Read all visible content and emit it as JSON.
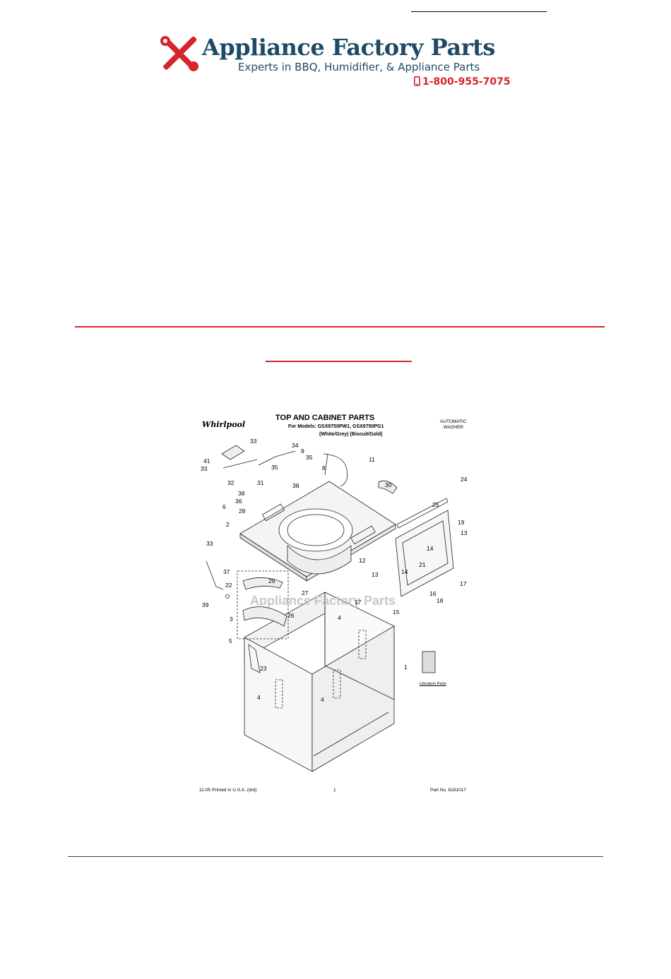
{
  "header": {
    "brand": "Appliance Factory Parts",
    "tagline": "Experts in BBQ, Humidifier, & Appliance Parts",
    "phone": "1-800-955-7075",
    "colors": {
      "brand_blue": "#1e4a66",
      "accent_red": "#d6242b"
    },
    "icons": [
      "wrench-screwdriver-icon",
      "phone-icon"
    ]
  },
  "diagram": {
    "brand": "Whirlpool",
    "title": "TOP AND CABINET PARTS",
    "models": "For Models: GSX9750PW1, GSX9750PG1",
    "variants": "(White/Grey)    (Biscuit/Gold)",
    "product_line1": "AUTOMATIC",
    "product_line2": "WASHER",
    "watermark": "Appliance Factory Parts",
    "literature_label": "Literature Parts",
    "footer_left": "11-05 Printed in U.S.A. (drd)",
    "footer_center": "1",
    "footer_right": "Part No. 8181017",
    "callouts": [
      "33",
      "34",
      "9",
      "35",
      "41",
      "33",
      "32",
      "35",
      "11",
      "8",
      "31",
      "38",
      "30",
      "24",
      "38",
      "36",
      "25",
      "6",
      "28",
      "2",
      "19",
      "13",
      "33",
      "12",
      "14",
      "21",
      "37",
      "22",
      "29",
      "13",
      "14",
      "17",
      "27",
      "17",
      "16",
      "18",
      "39",
      "15",
      "3",
      "26",
      "4",
      "5",
      "23",
      "1",
      "4",
      "4"
    ]
  }
}
